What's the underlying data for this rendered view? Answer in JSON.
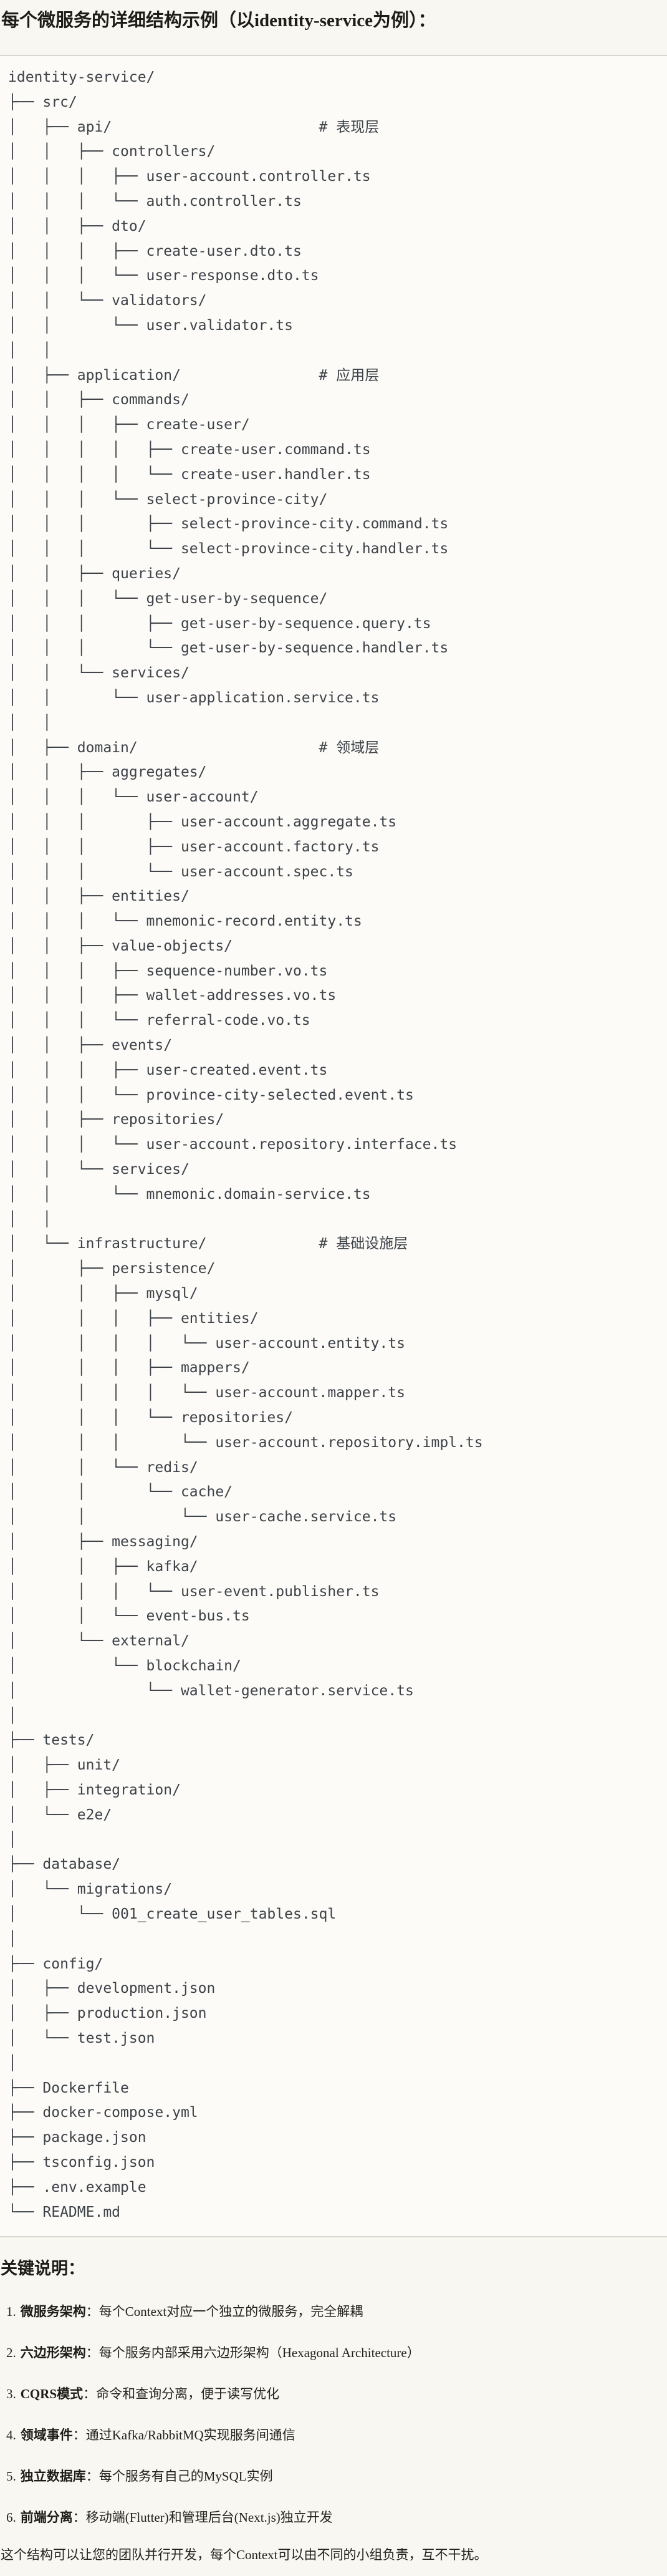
{
  "page": {
    "title": "每个微服务的详细结构示例（以identity-service为例）：",
    "colors": {
      "page_bg": "#F9F7F1",
      "code_bg": "#FCFBF8",
      "code_border": "#DAD6CE",
      "tree_text": "#3D4248",
      "heading_text": "#1E1C18"
    },
    "tree": {
      "layer_comments": [
        "# 表现层",
        "# 应用层",
        "# 领域层",
        "# 基础设施层"
      ],
      "lines": [
        "identity-service/",
        "├── src/",
        "│   ├── api/                        # 表现层",
        "│   │   ├── controllers/",
        "│   │   │   ├── user-account.controller.ts",
        "│   │   │   └── auth.controller.ts",
        "│   │   ├── dto/",
        "│   │   │   ├── create-user.dto.ts",
        "│   │   │   └── user-response.dto.ts",
        "│   │   └── validators/",
        "│   │       └── user.validator.ts",
        "│   │",
        "│   ├── application/                # 应用层",
        "│   │   ├── commands/",
        "│   │   │   ├── create-user/",
        "│   │   │   │   ├── create-user.command.ts",
        "│   │   │   │   └── create-user.handler.ts",
        "│   │   │   └── select-province-city/",
        "│   │   │       ├── select-province-city.command.ts",
        "│   │   │       └── select-province-city.handler.ts",
        "│   │   ├── queries/",
        "│   │   │   └── get-user-by-sequence/",
        "│   │   │       ├── get-user-by-sequence.query.ts",
        "│   │   │       └── get-user-by-sequence.handler.ts",
        "│   │   └── services/",
        "│   │       └── user-application.service.ts",
        "│   │",
        "│   ├── domain/                     # 领域层",
        "│   │   ├── aggregates/",
        "│   │   │   └── user-account/",
        "│   │   │       ├── user-account.aggregate.ts",
        "│   │   │       ├── user-account.factory.ts",
        "│   │   │       └── user-account.spec.ts",
        "│   │   ├── entities/",
        "│   │   │   └── mnemonic-record.entity.ts",
        "│   │   ├── value-objects/",
        "│   │   │   ├── sequence-number.vo.ts",
        "│   │   │   ├── wallet-addresses.vo.ts",
        "│   │   │   └── referral-code.vo.ts",
        "│   │   ├── events/",
        "│   │   │   ├── user-created.event.ts",
        "│   │   │   └── province-city-selected.event.ts",
        "│   │   ├── repositories/",
        "│   │   │   └── user-account.repository.interface.ts",
        "│   │   └── services/",
        "│   │       └── mnemonic.domain-service.ts",
        "│   │",
        "│   └── infrastructure/             # 基础设施层",
        "│       ├── persistence/",
        "│       │   ├── mysql/",
        "│       │   │   ├── entities/",
        "│       │   │   │   └── user-account.entity.ts",
        "│       │   │   ├── mappers/",
        "│       │   │   │   └── user-account.mapper.ts",
        "│       │   │   └── repositories/",
        "│       │   │       └── user-account.repository.impl.ts",
        "│       │   └── redis/",
        "│       │       └── cache/",
        "│       │           └── user-cache.service.ts",
        "│       ├── messaging/",
        "│       │   ├── kafka/",
        "│       │   │   └── user-event.publisher.ts",
        "│       │   └── event-bus.ts",
        "│       └── external/",
        "│           └── blockchain/",
        "│               └── wallet-generator.service.ts",
        "│",
        "├── tests/",
        "│   ├── unit/",
        "│   ├── integration/",
        "│   └── e2e/",
        "│",
        "├── database/",
        "│   └── migrations/",
        "│       └── 001_create_user_tables.sql",
        "│",
        "├── config/",
        "│   ├── development.json",
        "│   ├── production.json",
        "│   └── test.json",
        "│",
        "├── Dockerfile",
        "├── docker-compose.yml",
        "├── package.json",
        "├── tsconfig.json",
        "├── .env.example",
        "└── README.md"
      ]
    },
    "notes": {
      "heading": "关键说明：",
      "items": [
        {
          "num": "1.",
          "label": "微服务架构",
          "text": "：每个Context对应一个独立的微服务，完全解耦"
        },
        {
          "num": "2.",
          "label": "六边形架构",
          "text": "：每个服务内部采用六边形架构（Hexagonal Architecture）"
        },
        {
          "num": "3.",
          "label": "CQRS模式",
          "text": "：命令和查询分离，便于读写优化"
        },
        {
          "num": "4.",
          "label": "领域事件",
          "text": "：通过Kafka/RabbitMQ实现服务间通信"
        },
        {
          "num": "5.",
          "label": "独立数据库",
          "text": "：每个服务有自己的MySQL实例"
        },
        {
          "num": "6.",
          "label": "前端分离",
          "text": "：移动端(Flutter)和管理后台(Next.js)独立开发"
        }
      ],
      "footer": "这个结构可以让您的团队并行开发，每个Context可以由不同的小组负责，互不干扰。"
    }
  }
}
